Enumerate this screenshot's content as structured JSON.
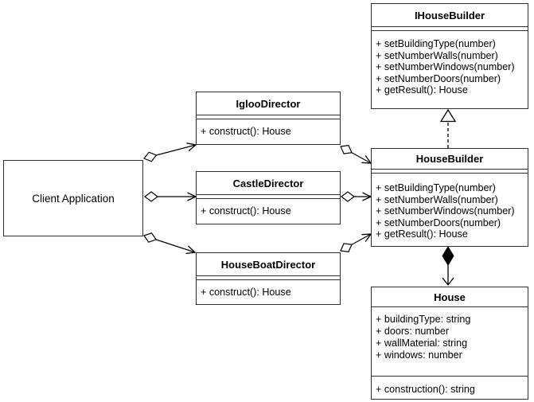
{
  "diagram": {
    "kind": "uml-class-diagram",
    "pattern": "Builder",
    "colors": {
      "stroke": "#000000",
      "fill": "#ffffff",
      "text": "#000000"
    }
  },
  "classes": {
    "client": {
      "label": "Client Application"
    },
    "iglooDirector": {
      "name": "IglooDirector",
      "methods": [
        "+ construct(): House"
      ]
    },
    "castleDirector": {
      "name": "CastleDirector",
      "methods": [
        "+ construct(): House"
      ]
    },
    "houseBoatDirector": {
      "name": "HouseBoatDirector",
      "methods": [
        "+ construct(): House"
      ]
    },
    "iHouseBuilder": {
      "name": "IHouseBuilder",
      "methods": [
        "+ setBuildingType(number)",
        "+ setNumberWalls(number)",
        "+ setNumberWindows(number)",
        "+ setNumberDoors(number)",
        "+ getResult(): House"
      ]
    },
    "houseBuilder": {
      "name": "HouseBuilder",
      "methods": [
        "+ setBuildingType(number)",
        "+ setNumberWalls(number)",
        "+ setNumberWindows(number)",
        "+ setNumberDoors(number)",
        "+ getResult(): House"
      ]
    },
    "house": {
      "name": "House",
      "attributes": [
        "+ buildingType: string",
        "+ doors: number",
        "+ wallMaterial: string",
        "+ windows: number"
      ],
      "methods": [
        "+ construction(): string"
      ]
    }
  },
  "relationships": [
    {
      "from": "Client Application",
      "to": "IglooDirector",
      "type": "aggregation",
      "ends": "hollow-diamond-at-source, open-arrow-at-target"
    },
    {
      "from": "Client Application",
      "to": "CastleDirector",
      "type": "aggregation",
      "ends": "hollow-diamond-at-source, open-arrow-at-target"
    },
    {
      "from": "Client Application",
      "to": "HouseBoatDirector",
      "type": "aggregation",
      "ends": "hollow-diamond-at-source, open-arrow-at-target"
    },
    {
      "from": "IglooDirector",
      "to": "HouseBuilder",
      "type": "aggregation",
      "ends": "hollow-diamond-at-source, open-arrow-at-target"
    },
    {
      "from": "CastleDirector",
      "to": "HouseBuilder",
      "type": "aggregation",
      "ends": "hollow-diamond-at-source, open-arrow-at-target"
    },
    {
      "from": "HouseBoatDirector",
      "to": "HouseBuilder",
      "type": "aggregation",
      "ends": "hollow-diamond-at-source, open-arrow-at-target"
    },
    {
      "from": "HouseBuilder",
      "to": "IHouseBuilder",
      "type": "realization",
      "ends": "dashed-line, hollow-triangle-at-target"
    },
    {
      "from": "HouseBuilder",
      "to": "House",
      "type": "composition",
      "ends": "filled-diamond-at-source, open-arrow-at-target"
    }
  ]
}
